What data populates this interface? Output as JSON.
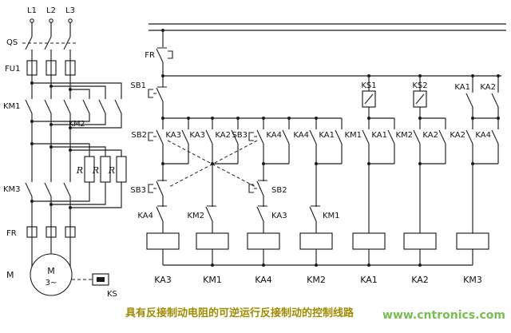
{
  "colors": {
    "line": "#1c1c1c",
    "caption": "#a08a00",
    "watermark": "#5cb531"
  },
  "main_circuit": {
    "phase_labels": [
      "L1",
      "L2",
      "L3"
    ],
    "isolator": "QS",
    "fuse": "FU1",
    "contactor_forward": "KM1",
    "contactor_reverse": "KM2",
    "contactor_brake": "KM3",
    "resistor": "R",
    "overload_relay": "FR",
    "motor_designation": "M",
    "motor_symbol": "M",
    "motor_phase": "3~",
    "speed_relay": "KS"
  },
  "control_circuit": {
    "overload_contact": "FR",
    "stop_button": "SB1",
    "top_contacts": [
      "KS1",
      "KS2",
      "KA1",
      "KA2"
    ],
    "row_contacts": [
      "SB2",
      "KA3",
      "KA3",
      "KA2",
      "SB3",
      "KA4",
      "KA4",
      "KA1",
      "KM1",
      "KA1",
      "KM2",
      "KA2",
      "KA2",
      "KA4"
    ],
    "lower_contacts": {
      "sb3": "SB3",
      "ka4": "KA4",
      "km2": "KM2",
      "sb2": "SB2",
      "ka3": "KA3",
      "km1": "KM1"
    },
    "coil_labels": [
      "KA3",
      "KM1",
      "KA4",
      "KM2",
      "KA1",
      "KA2",
      "KM3"
    ]
  },
  "caption": "具有反接制动电阻的可逆运行反接制动的控制线路",
  "watermark": "www.cntronics.com"
}
